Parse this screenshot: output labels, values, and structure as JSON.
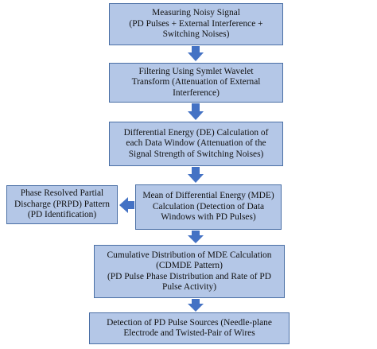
{
  "colors": {
    "box_fill": "#b4c7e7",
    "box_border": "#4a6fa5",
    "arrow": "#4472c4",
    "text": "#111111"
  },
  "flowchart": {
    "boxes": [
      {
        "id": "measuring-noisy-signal",
        "lines": [
          "Measuring Noisy Signal",
          "(PD Pulses + External Interference +",
          "Switching Noises)"
        ]
      },
      {
        "id": "filtering-symlet-wavelet",
        "lines": [
          "Filtering Using Symlet Wavelet",
          "Transform (Attenuation of External",
          "Interference)"
        ]
      },
      {
        "id": "differential-energy-calculation",
        "lines": [
          "Differential Energy (DE) Calculation of",
          "each Data Window (Attenuation of the",
          "Signal Strength of Switching Noises)"
        ]
      },
      {
        "id": "mean-differential-energy",
        "lines": [
          "Mean of Differential Energy (MDE)",
          "Calculation (Detection of Data",
          "Windows with PD Pulses)"
        ]
      },
      {
        "id": "prpd-pattern",
        "lines": [
          "Phase Resolved Partial",
          "Discharge (PRPD) Pattern",
          "(PD Identification)"
        ]
      },
      {
        "id": "cdmde-pattern",
        "lines": [
          "Cumulative Distribution of MDE Calculation",
          "(CDMDE Pattern)",
          "(PD Pulse Phase Distribution and Rate of PD",
          "Pulse Activity)"
        ]
      },
      {
        "id": "pd-pulse-sources",
        "lines": [
          "Detection of PD Pulse Sources (Needle-plane",
          "Electrode and Twisted-Pair of Wires"
        ]
      }
    ]
  }
}
